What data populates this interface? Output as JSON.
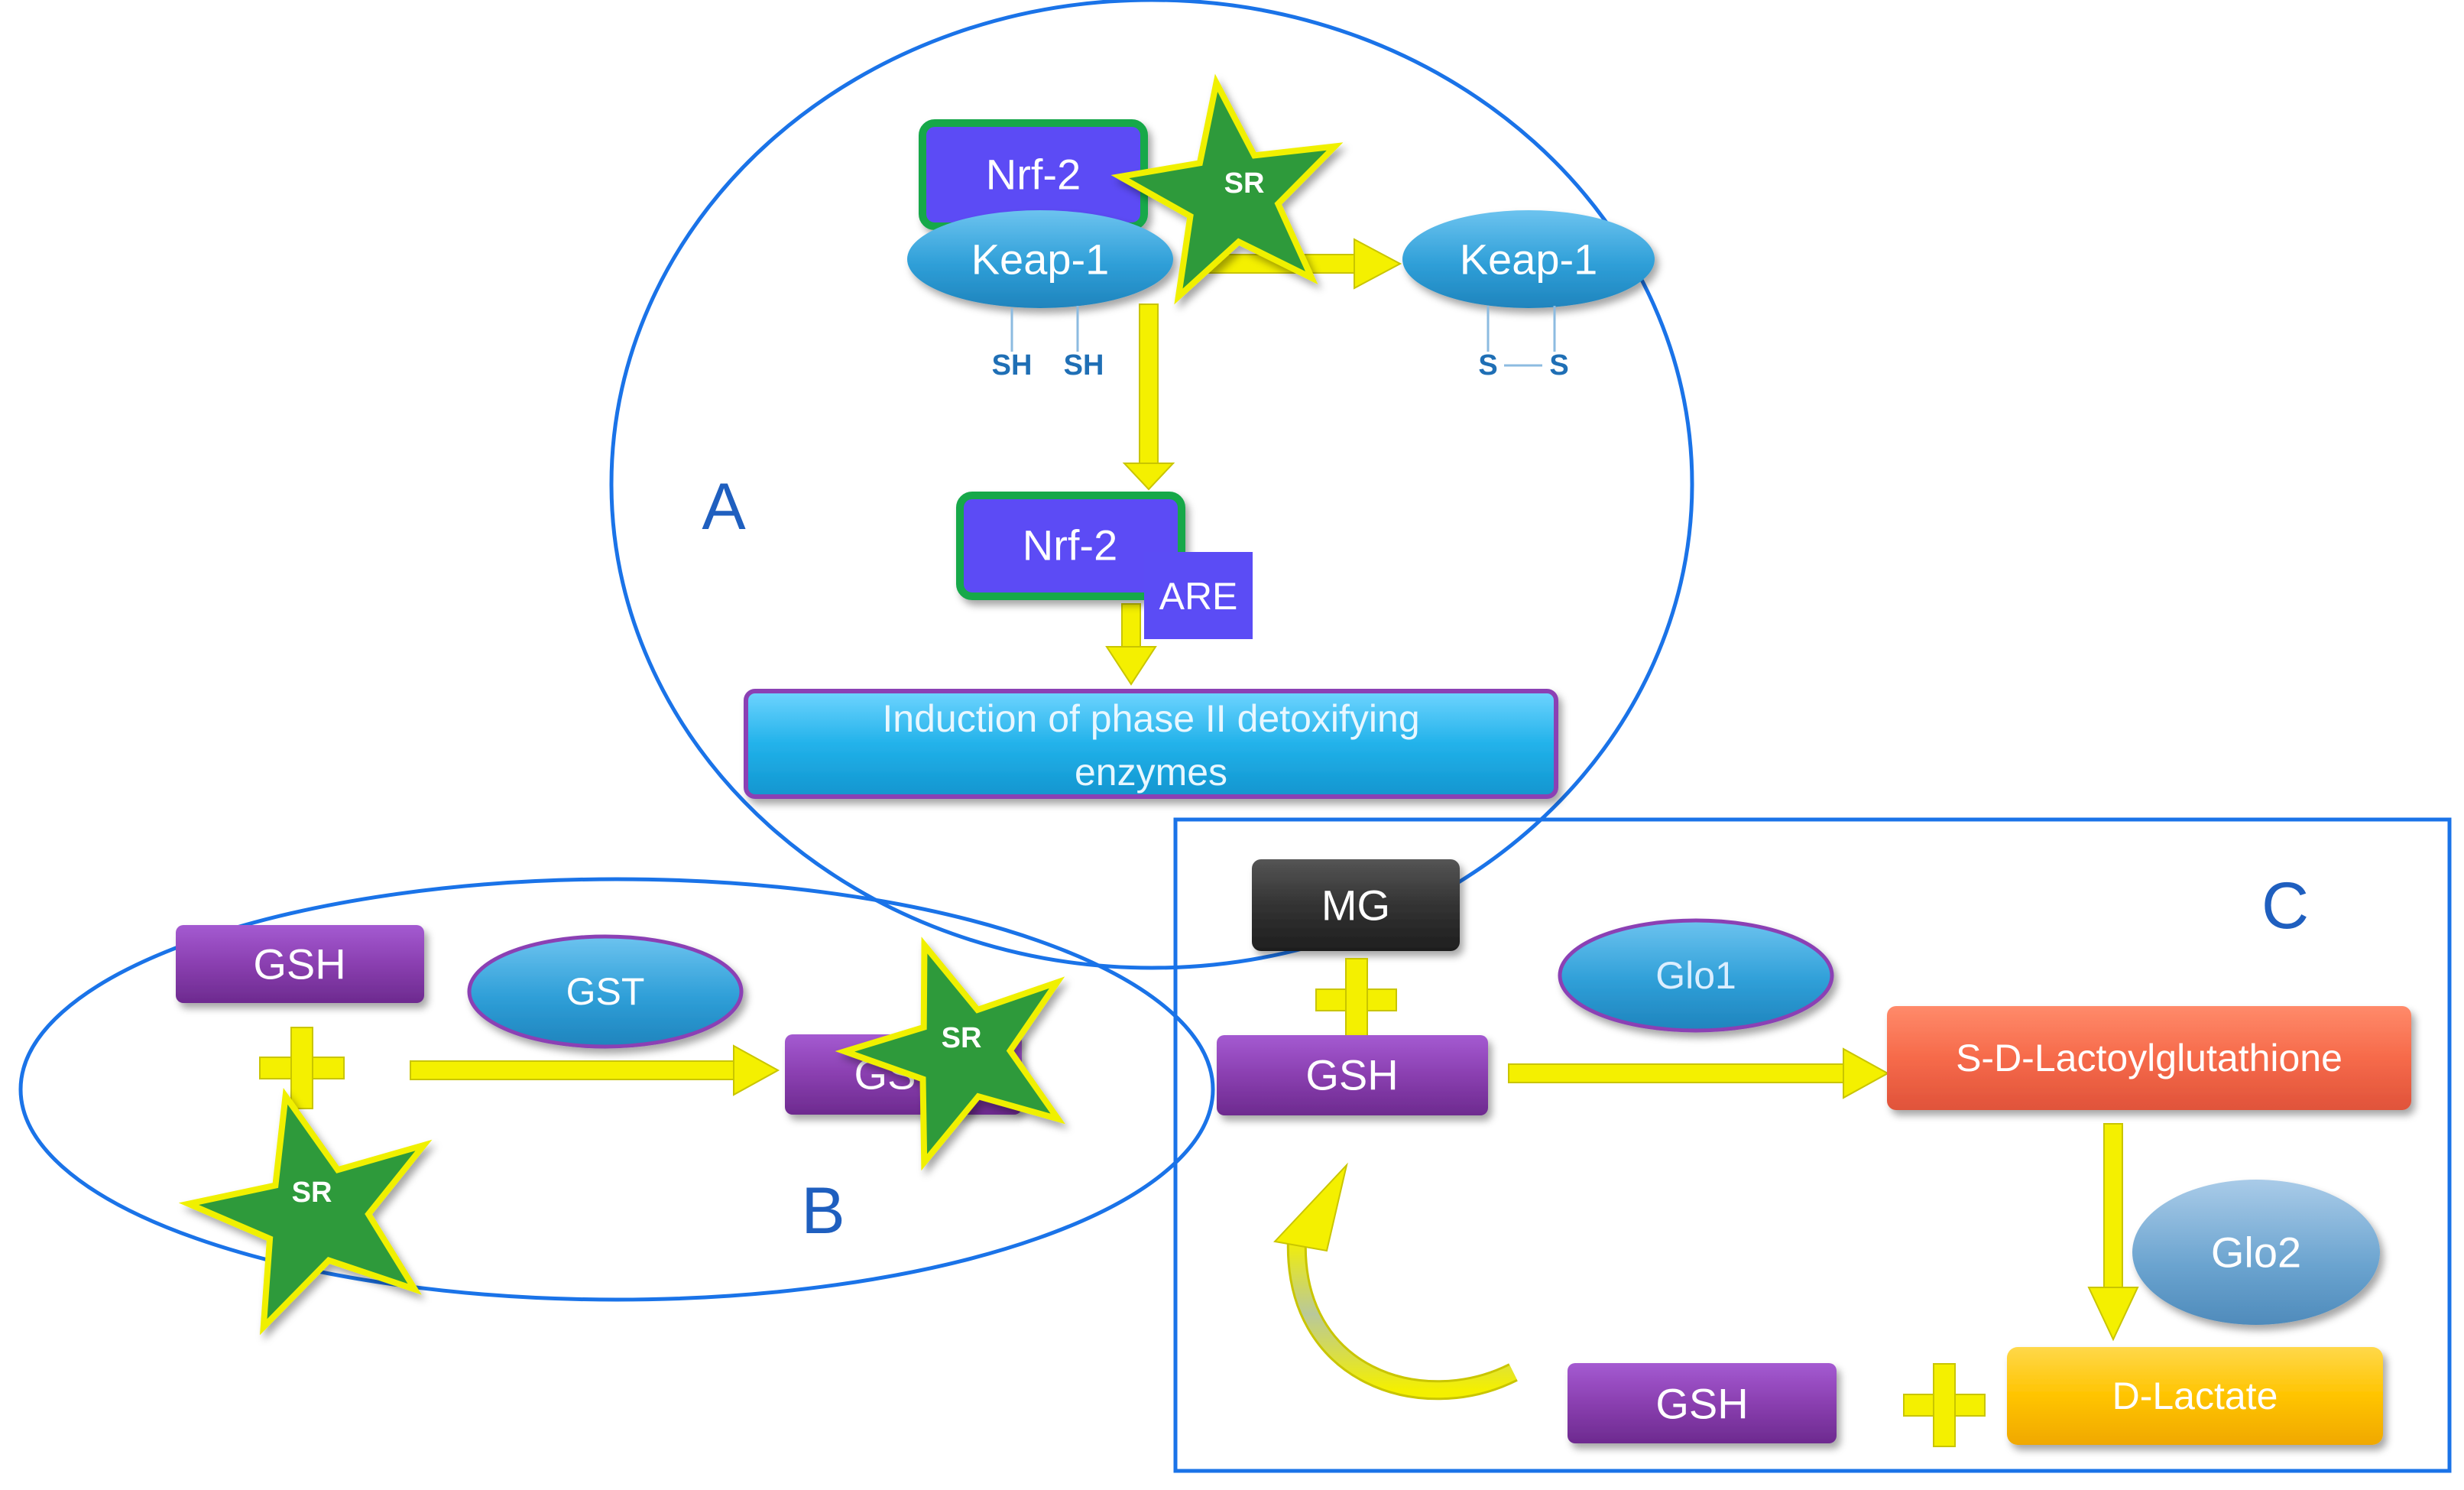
{
  "regions": {
    "a": "A",
    "b": "B",
    "c": "C"
  },
  "pathway_a": {
    "nrf2_top": "Nrf-2",
    "sr_top": "SR",
    "keap1_left": "Keap-1",
    "sh_left": "SH",
    "sh_right": "SH",
    "keap1_right": "Keap-1",
    "s_left": "S",
    "s_right": "S",
    "nrf2_bottom": "Nrf-2",
    "are": "ARE",
    "induction_line1": "Induction of phase II detoxifying",
    "induction_line2": "enzymes"
  },
  "pathway_b": {
    "gsh": "GSH",
    "gst": "GST",
    "sr_bottom": "SR",
    "gs_product": "GS",
    "sr_product": "SR"
  },
  "pathway_c": {
    "mg": "MG",
    "gsh": "GSH",
    "glo1": "Glo1",
    "lactoyl": "S-D-Lactoylglutathione",
    "glo2": "Glo2",
    "gsh_recycled": "GSH",
    "d_lactate": "D-Lactate"
  },
  "colors": {
    "nrf2": "#5b4cf5",
    "keap1": "#2f9fd8",
    "induction_box": "#1fb0e8",
    "gsh": "#8a3fb0",
    "star": "#2e9a3a",
    "arrow": "#f4f000",
    "mg": "#333333",
    "lactoyl": "#f66a4a",
    "d_lactate": "#ffc400",
    "glo2": "#6aa3cf",
    "outline": "#1a73e8"
  }
}
